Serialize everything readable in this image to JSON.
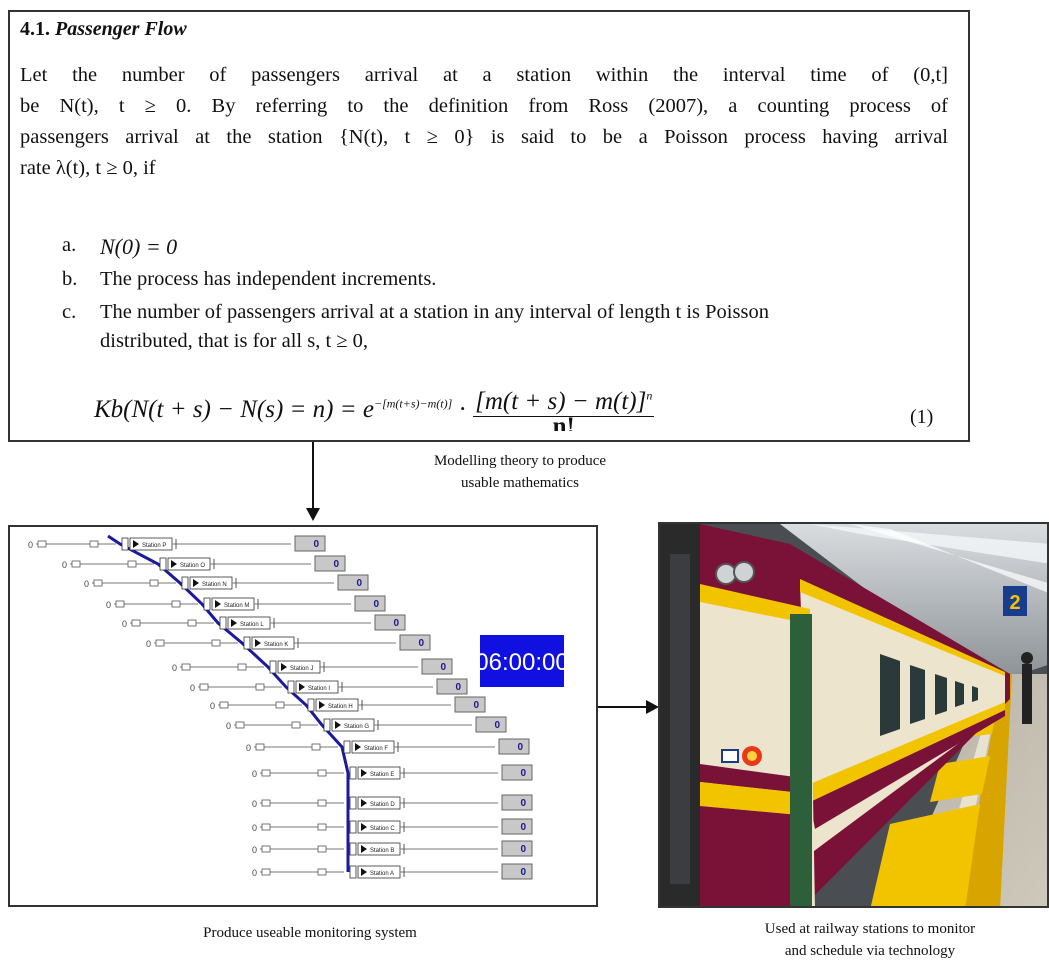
{
  "section": {
    "number": "4.1.",
    "title": "Passenger Flow"
  },
  "paragraph": {
    "line1": "Let the number of passengers arrival at a station within the interval time of (0,t]",
    "line2": "be N(t), t ≥ 0. By referring to the definition from Ross (2007), a counting process of",
    "line3": "passengers arrival at the station {N(t), t ≥ 0} is said to be a Poisson process having arrival",
    "line4": "rate λ(t), t ≥ 0, if"
  },
  "conditions": [
    {
      "marker": "a.",
      "text": "N(0) = 0"
    },
    {
      "marker": "b.",
      "text": "The process has independent increments."
    },
    {
      "marker": "c.",
      "text": "The number of passengers arrival at a station in any interval of length t is Poisson",
      "text2": "distributed, that is for all s, t ≥ 0,"
    }
  ],
  "equation": {
    "lhs": "Kb(N(t + s) − N(s) = n) = e",
    "exponent": "−[m(t+s)−m(t)]",
    "dot": "·",
    "numerator": "[m(t + s) − m(t)]",
    "power": "n",
    "denominator": "n!",
    "number": "(1)"
  },
  "captions": {
    "modelling_line1": "Modelling theory to produce",
    "modelling_line2": "usable mathematics",
    "monitoring": "Produce useable monitoring system",
    "railway_line1": "Used at railway stations to monitor",
    "railway_line2": "and schedule via technology"
  },
  "monitor": {
    "clock": "06:00:00",
    "stations": [
      "Station P",
      "Station O",
      "Station N",
      "Station M",
      "Station L",
      "Station K",
      "Station J",
      "Station I",
      "Station H",
      "Station G",
      "Station F",
      "Station E",
      "Station D",
      "Station C",
      "Station B",
      "Station A"
    ],
    "counts": [
      "0",
      "0",
      "0",
      "0",
      "0",
      "0",
      "0",
      "0",
      "0",
      "0",
      "0",
      "0",
      "0",
      "0",
      "0",
      "0"
    ],
    "leading_counts": [
      "0",
      "0",
      "0",
      "0",
      "0",
      "0",
      "0",
      "0",
      "0",
      "0",
      "0",
      "0",
      "0",
      "0",
      "0",
      "0"
    ],
    "colors": {
      "line": "#1a1a9c",
      "clock_bg": "#1010e0",
      "counter_bg": "#c8c8c8",
      "counter_text": "#1a1a8c"
    }
  },
  "photo": {
    "platform_sign": "2",
    "colors": {
      "maroon": "#7a1238",
      "yellow": "#f2c400",
      "cream": "#ece4cc"
    }
  }
}
